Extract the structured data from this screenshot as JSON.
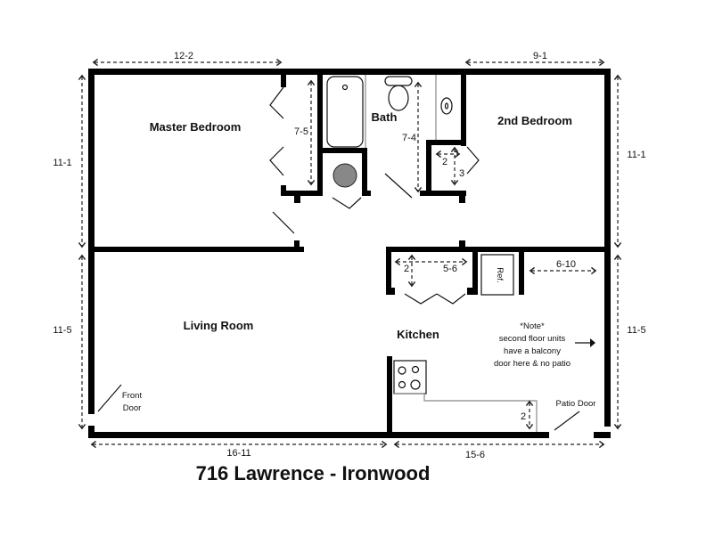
{
  "title": "716 Lawrence - Ironwood",
  "rooms": {
    "master_bedroom": "Master Bedroom",
    "bath": "Bath",
    "second_bedroom": "2nd Bedroom",
    "living_room": "Living Room",
    "kitchen": "Kitchen"
  },
  "dimensions": {
    "top_left": "12-2",
    "top_right": "9-1",
    "left_upper": "11-1",
    "left_lower": "11-5",
    "right_upper": "11-1",
    "right_lower": "11-5",
    "bottom_left": "16-11",
    "bottom_right": "15-6",
    "closet_master": "7-5",
    "bath_len": "7-4",
    "closet2_w": "2",
    "closet2_d": "3",
    "pantry_d": "2",
    "pantry_w": "5-6",
    "kitchen_gap": "6-10",
    "counter_d": "2"
  },
  "labels": {
    "ref": "Ref.",
    "front_door_1": "Front",
    "front_door_2": "Door",
    "patio_door": "Patio Door",
    "note_1": "*Note*",
    "note_2": "second floor units",
    "note_3": "have a balcony",
    "note_4": "door here & no patio"
  }
}
